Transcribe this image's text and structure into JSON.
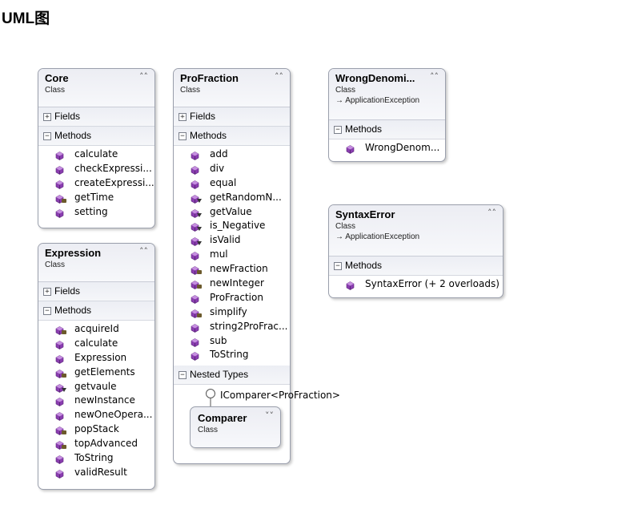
{
  "page": {
    "title": "UML图"
  },
  "classes": {
    "core": {
      "name": "Core",
      "stereotype": "Class",
      "sections": {
        "fields": "Fields",
        "methods": "Methods"
      },
      "methods": [
        {
          "name": "calculate",
          "access": "public"
        },
        {
          "name": "checkExpressi...",
          "access": "public"
        },
        {
          "name": "createExpressi...",
          "access": "public"
        },
        {
          "name": "getTime",
          "access": "private"
        },
        {
          "name": "setting",
          "access": "public"
        }
      ]
    },
    "expression": {
      "name": "Expression",
      "stereotype": "Class",
      "sections": {
        "fields": "Fields",
        "methods": "Methods"
      },
      "methods": [
        {
          "name": "acquireId",
          "access": "private"
        },
        {
          "name": "calculate",
          "access": "public"
        },
        {
          "name": "Expression",
          "access": "public"
        },
        {
          "name": "getElements",
          "access": "private"
        },
        {
          "name": "getvaule",
          "access": "protected"
        },
        {
          "name": "newInstance",
          "access": "public"
        },
        {
          "name": "newOneOpera...",
          "access": "public"
        },
        {
          "name": "popStack",
          "access": "private"
        },
        {
          "name": "topAdvanced",
          "access": "private"
        },
        {
          "name": "ToString",
          "access": "public"
        },
        {
          "name": "validResult",
          "access": "public"
        }
      ]
    },
    "profraction": {
      "name": "ProFraction",
      "stereotype": "Class",
      "sections": {
        "fields": "Fields",
        "methods": "Methods",
        "nested": "Nested Types"
      },
      "methods": [
        {
          "name": "add",
          "access": "public"
        },
        {
          "name": "div",
          "access": "public"
        },
        {
          "name": "equal",
          "access": "public"
        },
        {
          "name": "getRandomN...",
          "access": "protected"
        },
        {
          "name": "getValue",
          "access": "protected"
        },
        {
          "name": "is_Negative",
          "access": "protected"
        },
        {
          "name": "isValid",
          "access": "protected"
        },
        {
          "name": "mul",
          "access": "public"
        },
        {
          "name": "newFraction",
          "access": "private"
        },
        {
          "name": "newInteger",
          "access": "private"
        },
        {
          "name": "ProFraction",
          "access": "public"
        },
        {
          "name": "simplify",
          "access": "private"
        },
        {
          "name": "string2ProFrac...",
          "access": "public"
        },
        {
          "name": "sub",
          "access": "public"
        },
        {
          "name": "ToString",
          "access": "public"
        }
      ],
      "interface": "IComparer<ProFraction>",
      "nested_class": {
        "name": "Comparer",
        "stereotype": "Class"
      }
    },
    "wrongdenom": {
      "name": "WrongDenomi...",
      "stereotype": "Class",
      "base": "→ ApplicationException",
      "sections": {
        "methods": "Methods"
      },
      "methods": [
        {
          "name": "WrongDenom...",
          "access": "public"
        }
      ]
    },
    "syntaxerror": {
      "name": "SyntaxError",
      "stereotype": "Class",
      "base": "→ ApplicationException",
      "sections": {
        "methods": "Methods"
      },
      "methods": [
        {
          "name": "SyntaxError (+ 2 overloads)",
          "access": "public"
        }
      ]
    }
  },
  "colors": {
    "method_icon": "#8a3db0",
    "border": "#9a9fac",
    "header_bg": "#eceef4"
  }
}
